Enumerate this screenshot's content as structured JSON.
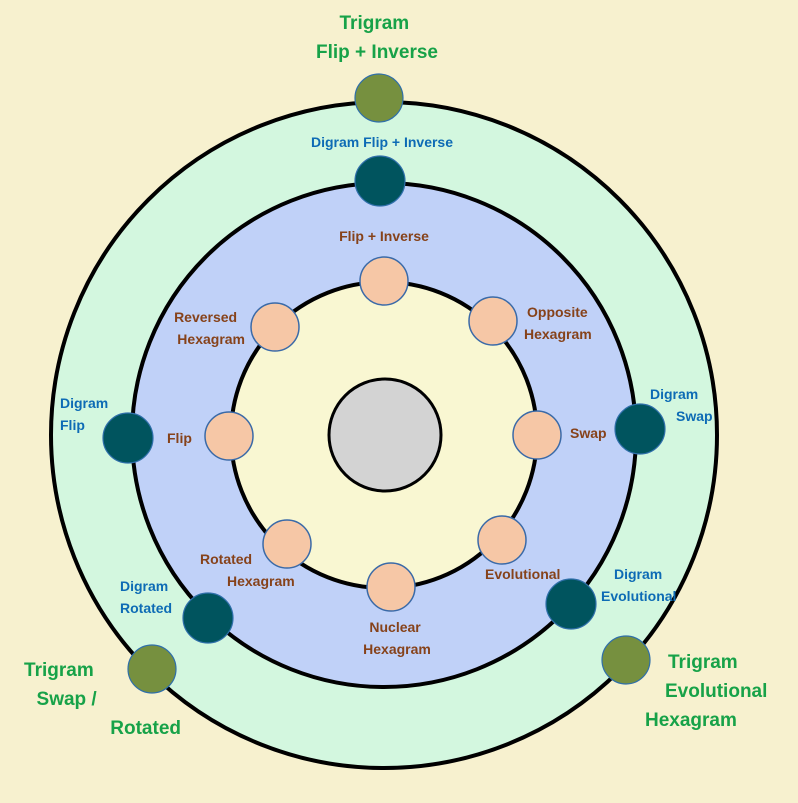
{
  "colors": {
    "background": "#f7f1cf",
    "ring_outer": "#d3f7df",
    "ring_middle": "#c0d1f8",
    "ring_inner": "#f9f7d2",
    "center": "#d3d3d3",
    "node_trigram": "#76903f",
    "node_digram": "#00545e",
    "node_hexagram": "#f6c7a6",
    "text_trigram": "#17a248",
    "text_digram": "#0d6bb5",
    "text_hexagram": "#86421a"
  },
  "trigram": {
    "flip_inverse": [
      "Trigram",
      "Flip + Inverse"
    ],
    "swap_rotated": [
      "Trigram",
      "Swap /",
      "Rotated"
    ],
    "evolutional": [
      "Trigram",
      "Evolutional",
      "Hexagram"
    ]
  },
  "digram": {
    "flip_inverse": [
      "Digram Flip + Inverse"
    ],
    "flip": [
      "Digram",
      "Flip"
    ],
    "swap": [
      "Digram",
      "Swap"
    ],
    "rotated": [
      "Digram",
      "Rotated"
    ],
    "evolutional": [
      "Digram",
      "Evolutional"
    ]
  },
  "hexagram": {
    "flip_inverse": [
      "Flip + Inverse"
    ],
    "reversed": [
      "Reversed",
      "Hexagram"
    ],
    "opposite": [
      "Opposite",
      "Hexagram"
    ],
    "flip": [
      "Flip"
    ],
    "swap": [
      "Swap"
    ],
    "rotated": [
      "Rotated",
      "Hexagram"
    ],
    "evolutional": [
      "Evolutional"
    ],
    "nuclear": [
      "Nuclear",
      "Hexagram"
    ]
  }
}
